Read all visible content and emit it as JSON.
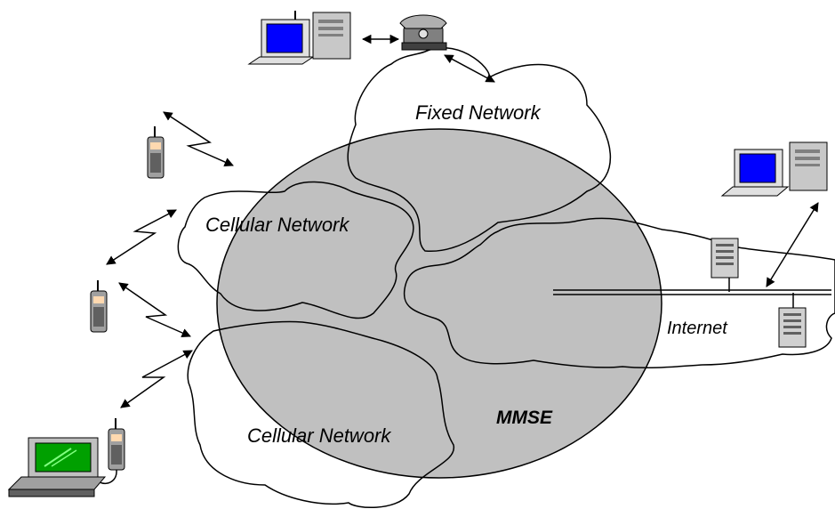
{
  "labels": {
    "fixed_network": "Fixed Network",
    "cellular_network_top": "Cellular Network",
    "cellular_network_bottom": "Cellular Network",
    "internet": "Internet",
    "mmse": "MMSE"
  },
  "colors": {
    "mmse_fill": "#c0c0c0",
    "screen_blue": "#0000ff",
    "laptop_screen": "#00a000",
    "phone_body": "#a0a0a0",
    "phone_accent": "#ffd9b0",
    "stroke": "#000000"
  },
  "icons": [
    "desktop-computer-icon",
    "telephone-icon",
    "mobile-phone-icon",
    "laptop-icon",
    "server-icon"
  ]
}
